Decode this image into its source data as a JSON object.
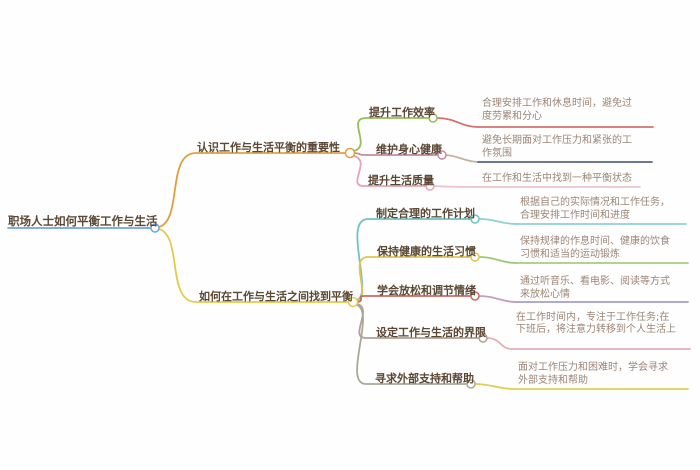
{
  "root": {
    "label": "职场人士如何平衡工作与生活",
    "color": "#6fa8dc"
  },
  "branches": [
    {
      "label": "认识工作与生活平衡的重要性",
      "color": "#dfa13f",
      "children": [
        {
          "label": "提升工作效率",
          "color": "#93bf58",
          "detail": {
            "text": "合理安排工作和休息时间，避免过度劳累和分心",
            "curve_color": "#d4736e",
            "line_color": "#d4736e"
          }
        },
        {
          "label": "维护身心健康",
          "color": "#c48ba2",
          "detail": {
            "text": "避免长期面对工作压力和紧张的工作氛围",
            "curve_color": "#c3b49b",
            "line_color": "#56658b"
          }
        },
        {
          "label": "提升生活质量",
          "color": "#e8a2b6",
          "detail": {
            "text": "在工作和生活中找到一种平衡状态",
            "curve_color": "#eec3cd",
            "line_color": "#eec3cd"
          }
        }
      ]
    },
    {
      "label": "如何在工作与生活之间找到平衡",
      "color": "#e3cb4a",
      "children": [
        {
          "label": "制定合理的工作计划",
          "color": "#6fc3c6",
          "detail": {
            "text": "根据自己的实际情况和工作任务，合理安排工作时间和进度",
            "curve_color": "#8fd0d2",
            "line_color": "#8fd0d2"
          }
        },
        {
          "label": "保持健康的生活习惯",
          "color": "#e3c34d",
          "detail": {
            "text": "保持规律的作息时间、健康的饮食习惯和适当的运动锻炼",
            "curve_color": "#9cc878",
            "line_color": "#a5cd7e"
          }
        },
        {
          "label": "学会放松和调节情绪",
          "color": "#cb6a61",
          "detail": {
            "text": "通过听音乐、看电影、阅读等方式来放松心情",
            "curve_color": "#c79fb8",
            "line_color": "#a39fc9"
          }
        },
        {
          "label": "设定工作与生活的界限",
          "color": "#b3a193",
          "detail": {
            "text": "在工作时间内，专注于工作任务;在下班后，将注意力转移到个人生活上",
            "curve_color": "#e8aeba",
            "line_color": "#e8aeba"
          }
        },
        {
          "label": "寻求外部支持和帮助",
          "color": "#a9a79d",
          "detail": {
            "text": "面对工作压力和困难时，学会寻求外部支持和帮助",
            "curve_color": "#e0cf52",
            "line_color": "#e0cf52"
          }
        }
      ]
    }
  ]
}
